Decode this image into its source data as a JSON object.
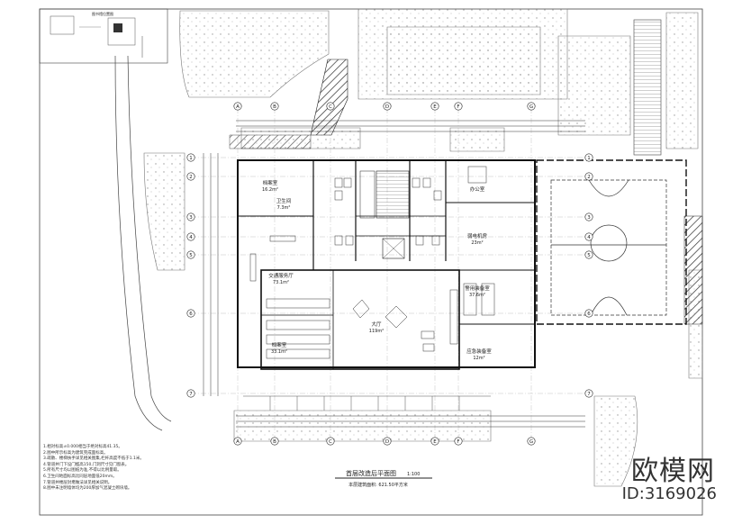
{
  "watermark": {
    "brand": "欧模网",
    "id": "ID:3169026"
  },
  "drawing": {
    "title": "首层改造后平面图",
    "scale": "1:100",
    "area_note": "本层建筑面积: 621.50平方米",
    "keyplan_title": "图书馆位置图"
  },
  "grid_columns": [
    "A",
    "B",
    "C",
    "D",
    "E",
    "F",
    "G"
  ],
  "grid_rows": [
    "1",
    "2",
    "3",
    "4",
    "5",
    "6",
    "7"
  ],
  "rooms": [
    {
      "name": "档案室",
      "area": "16.2m²"
    },
    {
      "name": "卫生间",
      "area": "7.3m²"
    },
    {
      "name": "交通服务厅",
      "area": "73.1m²"
    },
    {
      "name": "档案室",
      "area": "33.1m²"
    },
    {
      "name": "大厅",
      "area": "119m²"
    },
    {
      "name": "办公室",
      "area": ""
    },
    {
      "name": "弱电机房",
      "area": "23m²"
    },
    {
      "name": "警用装备室",
      "area": "37.6m²"
    },
    {
      "name": "应急装备室",
      "area": "12m²"
    }
  ],
  "notes": [
    "1.相对标高±0.000相当于绝对标高41.35。",
    "2.图中所示标高为建筑完成面标高。",
    "3.疏散、楼梯扶手详见相关图集,栏杆高度不低于1.1米。",
    "4.管道井门下设门槛高150,门洞尺寸见门窗表。",
    "5.所有尺寸均以图纸为准,不得以比例量取。",
    "6.卫生间地面标高比同层地面低20mm。",
    "7.管道井楼层封堵做法详见相关说明。",
    "8.图中未注明墙体均为200厚加气混凝土砌块墙。"
  ]
}
